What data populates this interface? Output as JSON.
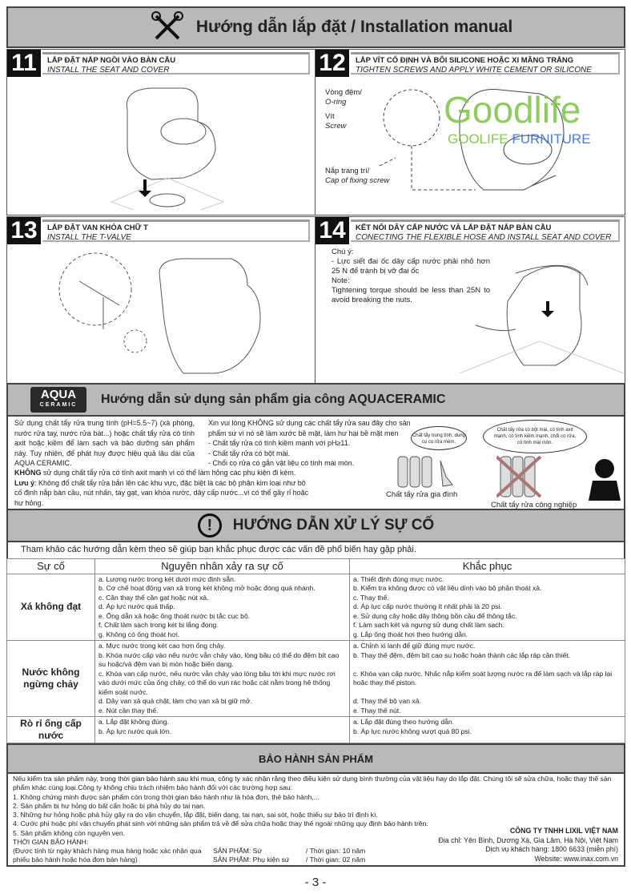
{
  "header": {
    "title": "Hướng dẫn lắp đặt / Installation manual",
    "icon": "tools-icon"
  },
  "steps": [
    {
      "num": "11",
      "vi": "LẮP ĐẶT NẮP NGỒI VÀO BÀN CẦU",
      "en": "INSTALL THE SEAT AND COVER"
    },
    {
      "num": "12",
      "vi": "LẮP VÍT CỐ ĐỊNH VÀ BÔI SILICONE HOẶC XI MĂNG TRẮNG",
      "en": "TIGHTEN SCREWS AND APPLY WHITE CEMENT OR SILICONE",
      "labels": [
        {
          "vi": "Vòng đệm/",
          "en": "O-ring"
        },
        {
          "vi": "Vít",
          "en": "Screw"
        },
        {
          "vi": "Nắp trang trí/",
          "en": "Cap of fixing screw"
        }
      ]
    },
    {
      "num": "13",
      "vi": "LẮP ĐẶT VAN KHÓA CHỮ T",
      "en": "INSTALL THE T-VALVE"
    },
    {
      "num": "14",
      "vi": "KẾT NỐI DÂY CẤP NƯỚC VÀ LẮP ĐẶT NẮP BÀN CẦU",
      "en": "CONECTING THE FLEXIBLE HOSE AND INSTALL SEAT AND COVER",
      "note": [
        "Chú ý:",
        "- Lực siết đai ốc dây cấp nước phải nhỏ hơn 25 N để tránh bị vỡ đai ốc",
        "Note:",
        "Tightening torque should be less than 25N to avoid breaking the nuts."
      ]
    }
  ],
  "watermark": {
    "logo": "Goodlife",
    "sub1": "GOOLIFE",
    "sub2": "FURNITURE"
  },
  "aqua": {
    "logo_top": "AQUA",
    "logo_bottom": "CERAMIC",
    "title": "Hướng dẫn sử dụng sản phẩm gia công AQUACERAMIC",
    "p1": "Sử dụng chất tẩy rửa trung tính (pH=5.5~7) (xà phòng, nước rửa tay, nước rửa bát...) hoặc chất tẩy rửa có tính axit hoặc kiềm để làm sạch và bảo dưỡng sản phẩm này. Tuy nhiên, để phát huy được hiệu quả lâu dài của AQUA CERAMIC.",
    "p2_bold": "KHÔNG",
    "p2": " sử dụng chất tẩy rửa có tính axit mạnh vì có thể làm hỏng các phụ kiện đi kèm.",
    "p3_bold": "Lưu ý",
    "p3": ": Không đổ chất tẩy rửa bắn lên các khu vực, đặc biệt là các bộ phận kim loại như bộ cố định nắp bàn cầu, nút nhấn, tay gạt, van khóa nước, dây cấp nước...vì có thể gây rỉ hoặc hư hỏng.",
    "p4": [
      "Xin vui lòng KHÔNG sử dụng các chất tẩy rửa sau đây cho sản phẩm sứ vì nó sẽ làm xước bề mặt, làm hư hại bề mặt men",
      "- Chất tẩy rửa có tính kiềm mạnh với pH≥11.",
      "- Chất tẩy rửa có bột mài.",
      "- Chổi cọ rửa có gắn vật liệu có tính mài mòn."
    ],
    "bubble1": "Chất tẩy trung tính, dụng cụ cọ rửa mềm.",
    "bubble2": "Chất tẩy rửa có bột mài, có tính axit mạnh, có tính kiềm mạnh, chổi cọ rửa, có tính mài mòn.",
    "cap1": "Chất tẩy rửa gia đình",
    "cap2": "Chất tẩy rửa công nghiệp"
  },
  "trouble": {
    "title": "HƯỚNG DẪN XỬ LÝ SỰ CỐ",
    "intro": "Tham khảo các hướng dẫn kèm theo sẽ giúp bạn khắc phục được các vấn đề phổ biến hay gặp phải.",
    "headers": [
      "Sự cố",
      "Nguyên nhân xảy ra sự cố",
      "Khắc phục"
    ],
    "rows": [
      {
        "issue": "Xá không đạt",
        "causes": [
          "a. Lượng nước trong két dưới mức định sẵn.",
          "b. Cơ chế hoạt động van xả trong két không mở hoặc đóng quá nhanh.",
          "c. Cần thay thế cần gạt hoặc nút xả.",
          "d. Áp lực nước quá thấp.",
          "e. Ống dẫn xả hoặc ống thoát nước bị tắc cục bộ.",
          "f. Chất làm sạch trong két bị lắng đọng.",
          "g. Không có ống thoát hơi."
        ],
        "fixes": [
          "a. Thiết định đúng mực nước.",
          "b. Kiểm tra không được có vật liệu dính vào bộ phận thoát xả.",
          "c. Thay thế.",
          "d. Áp lực cấp nước thường ít nhất phải là 20 psi.",
          "e. Sử dụng cây hoặc dây thông bồn cầu để thông tắc.",
          "f.  Làm sạch két và ngưng sử dụng chất làm sạch.",
          "g. Lắp ống thoát hơi theo hướng dẫn."
        ]
      },
      {
        "issue": "Nước không ngừng chảy",
        "causes": [
          "a. Mực nước trong két cao hơn ống chảy.",
          "b. Khóa nước cấp vào nếu nước vẫn chảy vào, lòng bầu có thể do đệm bít cao su hoặc/và đệm van bị mòn hoặc biến dạng.",
          "c. Khóa van cấp nước, nếu nước vẫn chảy vào lòng bầu tới khi mực nước rơi vào dưới mức của ống chảy, có thể do vụn rác hoặc cát nằm trong hệ thống kiểm soát nước.",
          "d. Dây van xả quá chặt, làm cho van xả bị giữ mở.",
          "e. Nút cần thay thế."
        ],
        "fixes": [
          "a. Chỉnh xi lanh để giữ đúng mực nước.",
          "b. Thay thế đệm, đệm bít cao su hoặc hoàn thành các lắp ráp cần thiết.",
          "",
          "c. Khóa van cấp nước. Nhấc nắp kiểm soát lượng nước ra để làm sạch và lắp ráp lại hoặc thay thế piston.",
          "",
          "d. Thay thế bộ van xả.",
          "e. Thay thế nút."
        ]
      },
      {
        "issue": "Rò rỉ ống cấp nước",
        "causes": [
          "a. Lắp đặt không đúng.",
          "b. Áp lực nước quá lớn."
        ],
        "fixes": [
          "a. Lắp đặt đúng theo hướng dẫn.",
          "b. Áp lực nước không vượt quá 80 psi."
        ]
      }
    ]
  },
  "warranty": {
    "title": "BẢO HÀNH SẢN PHẨM",
    "lines": [
      "Nếu kiểm tra sản phẩm này, trong thời gian bảo hành sau khi mua, công ty xác nhận rằng theo điều kiện sử dụng bình thường của vật liệu hay do lắp đặt. Chúng tôi sẽ sửa chữa, hoặc thay thế sản phẩm khác cùng loại.Công ty không chịu trách nhiệm bảo hành đối với các trường hợp sau:",
      "1. Không chứng minh được sản phẩm còn trong thời gian bảo hành như là hóa đơn, thẻ bảo hành,...",
      "2. Sản phẩm bị hư hỏng do bất cẩn hoặc bị phá hủy do tai nạn.",
      "3. Những hư hỏng hoặc phá hủy gây ra do vận chuyển, lắp đặt, biến dạng, tai nạn, sai sót, hoặc thiếu sự bảo trì định kì.",
      "4. Cước phí hoặc phí vận chuyển phát sinh với những sản phẩm trả về để sửa chữa hoặc thay thế ngoài những quy định bảo hành trên.",
      "5. Sản phẩm không còn nguyên vẹn."
    ],
    "period_label": "THỜI GIAN BẢO HÀNH:",
    "period_note": "(Được tính từ ngày khách hàng mua hàng hoặc xác nhận qua phiếu bảo hành hoặc hóa đơn bán hàng)",
    "products": [
      {
        "name": "SẢN PHẨM: Sứ",
        "time": "/ Thời gian: 10 năm"
      },
      {
        "name": "SẢN PHẨM: Phụ kiện sứ",
        "time": "/ Thời gian: 02 năm"
      }
    ],
    "company": "CÔNG TY TNHH LIXIL VIỆT NAM",
    "address": "Địa chỉ: Yên Bình, Dương Xá, Gia Lâm, Hà Nội, Việt Nam",
    "hotline": "Dịch vụ khách hàng: 1800 6633 (miễn phí)",
    "website": "Website: www.inax.com.vn"
  },
  "page_number": "- 3 -"
}
